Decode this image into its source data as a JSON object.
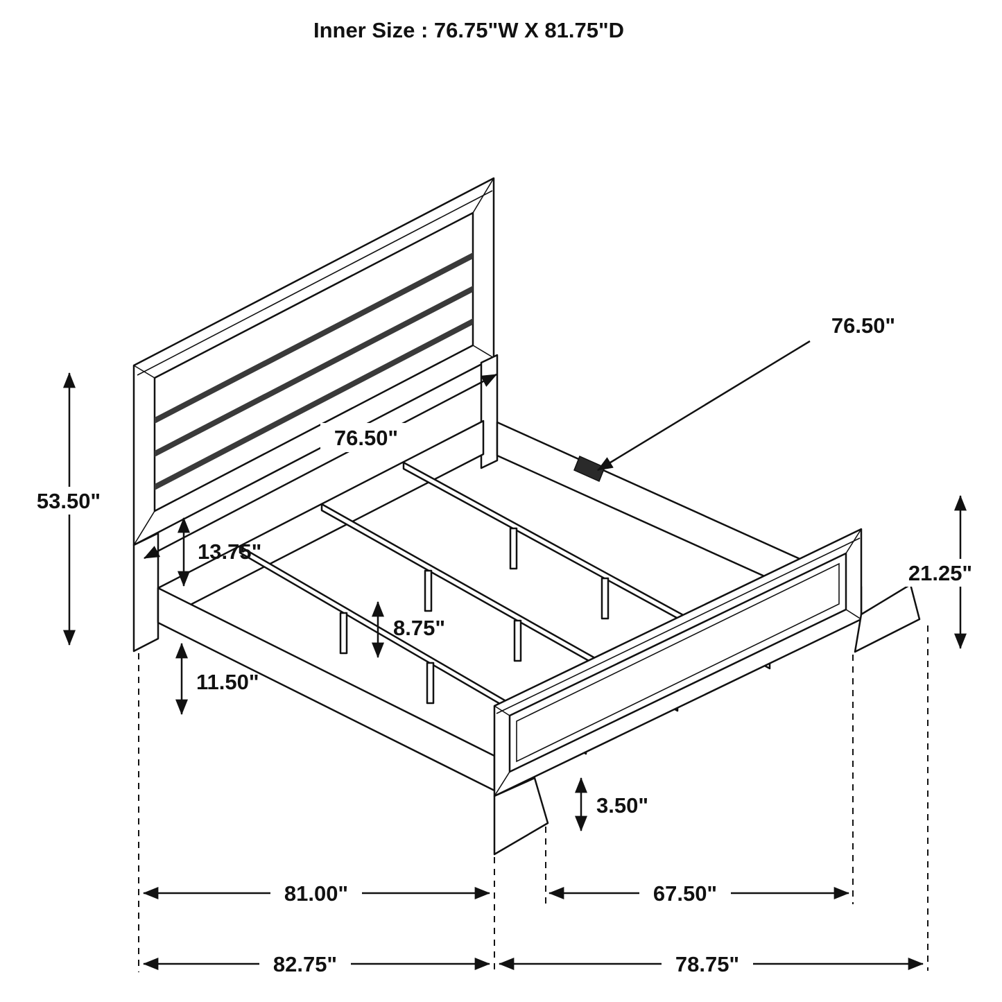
{
  "title": "Inner Size : 76.75\"W X 81.75\"D",
  "dims": {
    "slat_width_pointer": "76.50\"",
    "headboard_width": "76.50\"",
    "headboard_height": "53.50\"",
    "panel_bottom_to_rail": "13.75\"",
    "side_rail_height": "11.50\"",
    "center_support_height": "8.75\"",
    "footboard_height": "21.25\"",
    "footboard_clearance": "3.50\"",
    "inner_length": "81.00\"",
    "footboard_inner_width": "67.50\"",
    "outer_length": "82.75\"",
    "footboard_outer_width": "78.75\""
  },
  "colors": {
    "line": "#111111",
    "background": "#ffffff",
    "slat_band": "#3a3a3a"
  }
}
